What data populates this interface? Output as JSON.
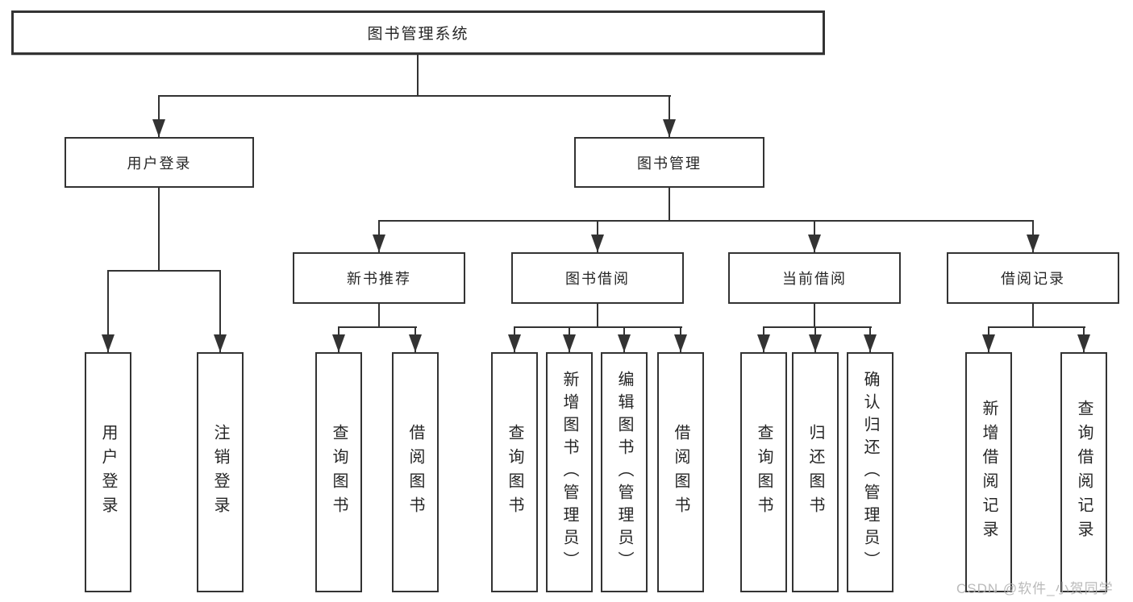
{
  "diagram": {
    "type": "hierarchy-diagram",
    "root": {
      "label": "图书管理系统"
    },
    "branches": [
      {
        "label": "用户登录",
        "leaves": [
          {
            "label": "用户登录"
          },
          {
            "label": "注销登录"
          }
        ]
      },
      {
        "label": "图书管理",
        "groups": [
          {
            "label": "新书推荐",
            "leaves": [
              {
                "label": "查询图书"
              },
              {
                "label": "借阅图书"
              }
            ]
          },
          {
            "label": "图书借阅",
            "leaves": [
              {
                "label": "查询图书"
              },
              {
                "label": "新增图书（管理员）"
              },
              {
                "label": "编辑图书（管理员）"
              },
              {
                "label": "借阅图书"
              }
            ]
          },
          {
            "label": "当前借阅",
            "leaves": [
              {
                "label": "查询图书"
              },
              {
                "label": "归还图书"
              },
              {
                "label": "确认归还（管理员）"
              }
            ]
          },
          {
            "label": "借阅记录",
            "leaves": [
              {
                "label": "新增借阅记录"
              },
              {
                "label": "查询借阅记录"
              }
            ]
          }
        ]
      }
    ]
  },
  "watermark": {
    "text": "CSDN @软件_小贺同学"
  },
  "colors": {
    "line": "#333333",
    "border": "#333333",
    "text": "#262626",
    "background": "#ffffff",
    "watermark": "#b3b3b3"
  }
}
